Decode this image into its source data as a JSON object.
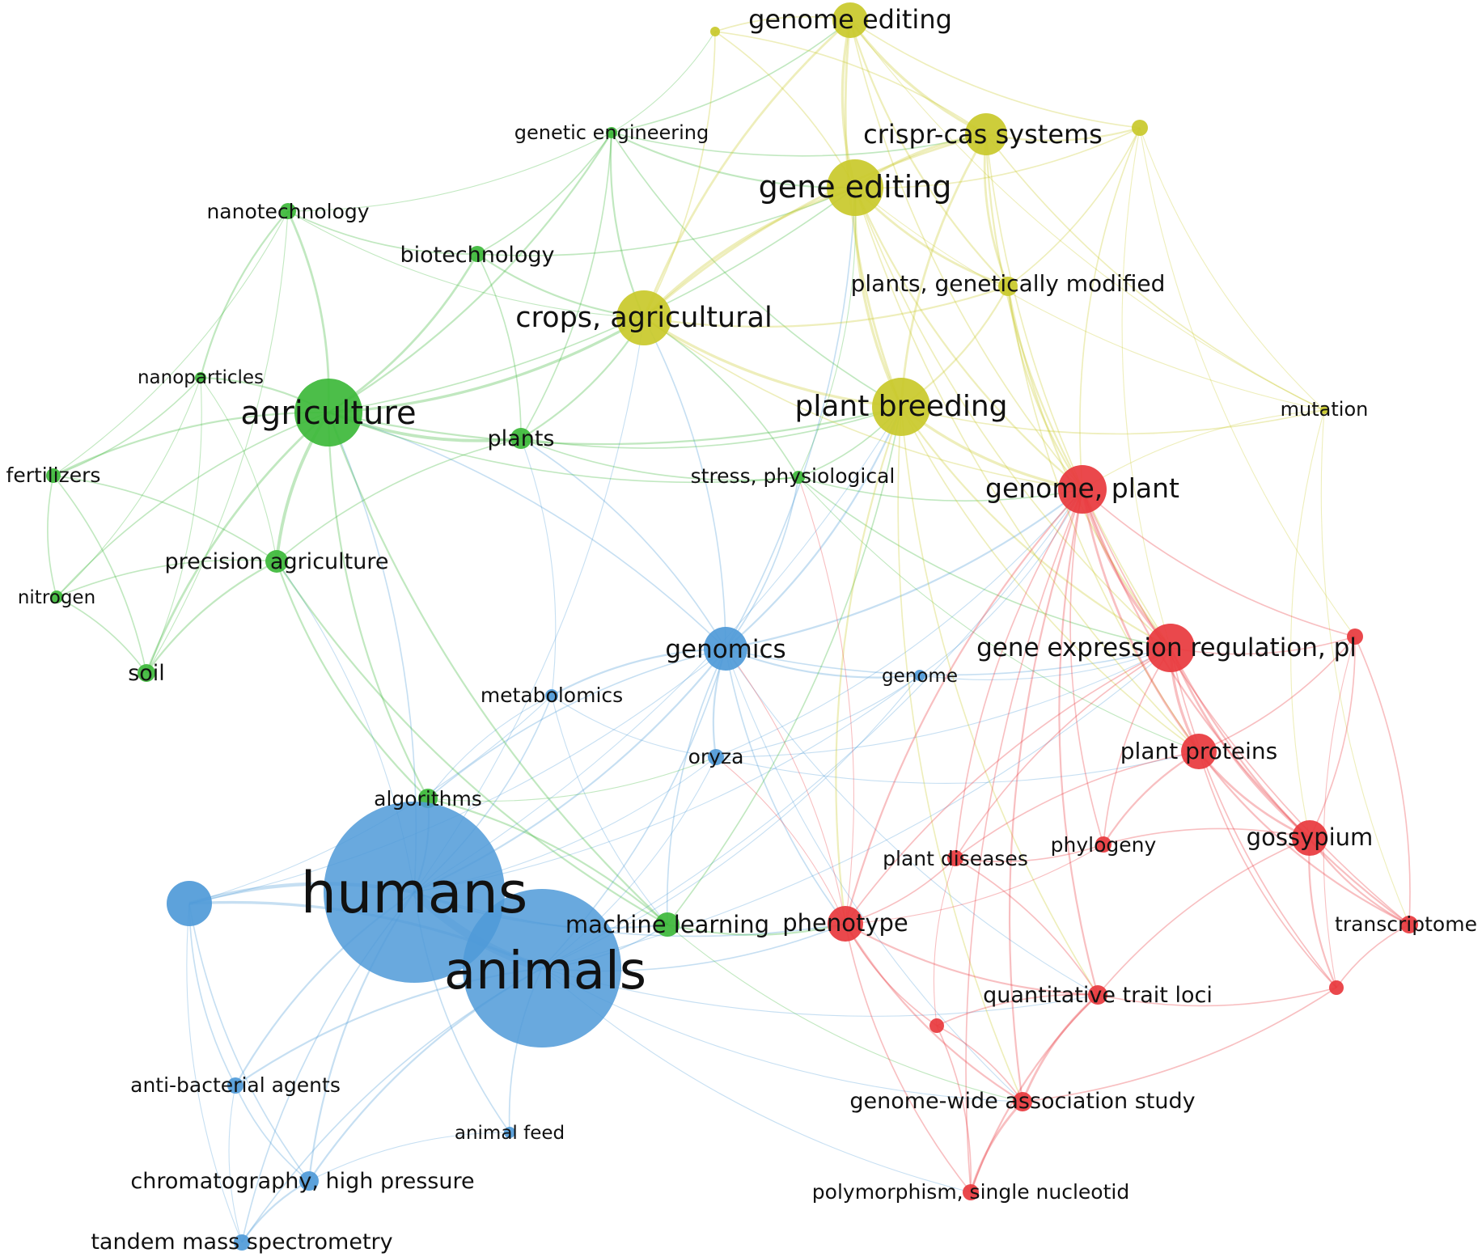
{
  "clusters": {
    "red": "#e8383d",
    "green": "#3db83a",
    "blue": "#4f9ad8",
    "yellow": "#c9c92a"
  },
  "nodes": [
    {
      "id": "genome-editing",
      "label": "genome editing",
      "cluster": "yellow"
    },
    {
      "id": "crispr-cas-systems",
      "label": "crispr-cas systems",
      "cluster": "yellow"
    },
    {
      "id": "gene-editing",
      "label": "gene editing",
      "cluster": "yellow"
    },
    {
      "id": "plants-genetically-modified",
      "label": "plants, genetically modified",
      "cluster": "yellow"
    },
    {
      "id": "crops-agricultural",
      "label": "crops, agricultural",
      "cluster": "yellow"
    },
    {
      "id": "plant-breeding",
      "label": "plant breeding",
      "cluster": "yellow"
    },
    {
      "id": "mutation",
      "label": "mutation",
      "cluster": "yellow"
    },
    {
      "id": "yellow-top-small",
      "label": "",
      "cluster": "yellow"
    },
    {
      "id": "yellow-right-small",
      "label": "",
      "cluster": "yellow"
    },
    {
      "id": "genetic-engineering",
      "label": "genetic engineering",
      "cluster": "green"
    },
    {
      "id": "nanotechnology",
      "label": "nanotechnology",
      "cluster": "green"
    },
    {
      "id": "biotechnology",
      "label": "biotechnology",
      "cluster": "green"
    },
    {
      "id": "nanoparticles",
      "label": "nanoparticles",
      "cluster": "green"
    },
    {
      "id": "agriculture",
      "label": "agriculture",
      "cluster": "green"
    },
    {
      "id": "plants",
      "label": "plants",
      "cluster": "green"
    },
    {
      "id": "fertilizers",
      "label": "fertilizers",
      "cluster": "green"
    },
    {
      "id": "precision-agriculture",
      "label": "precision agriculture",
      "cluster": "green"
    },
    {
      "id": "nitrogen",
      "label": "nitrogen",
      "cluster": "green"
    },
    {
      "id": "soil",
      "label": "soil",
      "cluster": "green"
    },
    {
      "id": "stress-physiological",
      "label": "stress, physiological",
      "cluster": "green"
    },
    {
      "id": "algorithms",
      "label": "algorithms",
      "cluster": "green"
    },
    {
      "id": "machine-learning",
      "label": "machine learning",
      "cluster": "green"
    },
    {
      "id": "genomics",
      "label": "genomics",
      "cluster": "blue"
    },
    {
      "id": "metabolomics",
      "label": "metabolomics",
      "cluster": "blue"
    },
    {
      "id": "genome",
      "label": "genome",
      "cluster": "blue"
    },
    {
      "id": "oryza",
      "label": "oryza",
      "cluster": "blue"
    },
    {
      "id": "humans",
      "label": "humans",
      "cluster": "blue"
    },
    {
      "id": "animals",
      "label": "animals",
      "cluster": "blue"
    },
    {
      "id": "blue-unlabeled",
      "label": "",
      "cluster": "blue"
    },
    {
      "id": "anti-bacterial-agents",
      "label": "anti-bacterial agents",
      "cluster": "blue"
    },
    {
      "id": "animal-feed",
      "label": "animal feed",
      "cluster": "blue"
    },
    {
      "id": "chromatography-high-pressure",
      "label": "chromatography, high pressure",
      "cluster": "blue"
    },
    {
      "id": "tandem-mass-spectrometry",
      "label": "tandem mass spectrometry",
      "cluster": "blue"
    },
    {
      "id": "genome-plant",
      "label": "genome, plant",
      "cluster": "red"
    },
    {
      "id": "gene-expression-regulation",
      "label": "gene expression regulation, pl",
      "cluster": "red"
    },
    {
      "id": "plant-proteins",
      "label": "plant proteins",
      "cluster": "red"
    },
    {
      "id": "gossypium",
      "label": "gossypium",
      "cluster": "red"
    },
    {
      "id": "phylogeny",
      "label": "phylogeny",
      "cluster": "red"
    },
    {
      "id": "plant-diseases",
      "label": "plant diseases",
      "cluster": "red"
    },
    {
      "id": "phenotype",
      "label": "phenotype",
      "cluster": "red"
    },
    {
      "id": "transcriptome",
      "label": "transcriptome",
      "cluster": "red"
    },
    {
      "id": "quantitative-trait-loci",
      "label": "quantitative trait loci",
      "cluster": "red"
    },
    {
      "id": "genome-wide-association-study",
      "label": "genome-wide association study",
      "cluster": "red"
    },
    {
      "id": "polymorphism-single-nucleotid",
      "label": "polymorphism, single nucleotid",
      "cluster": "red"
    },
    {
      "id": "red-small-right",
      "label": "",
      "cluster": "red"
    },
    {
      "id": "red-small-lower-right",
      "label": "",
      "cluster": "red"
    },
    {
      "id": "red-small-bottom",
      "label": "",
      "cluster": "red"
    }
  ]
}
